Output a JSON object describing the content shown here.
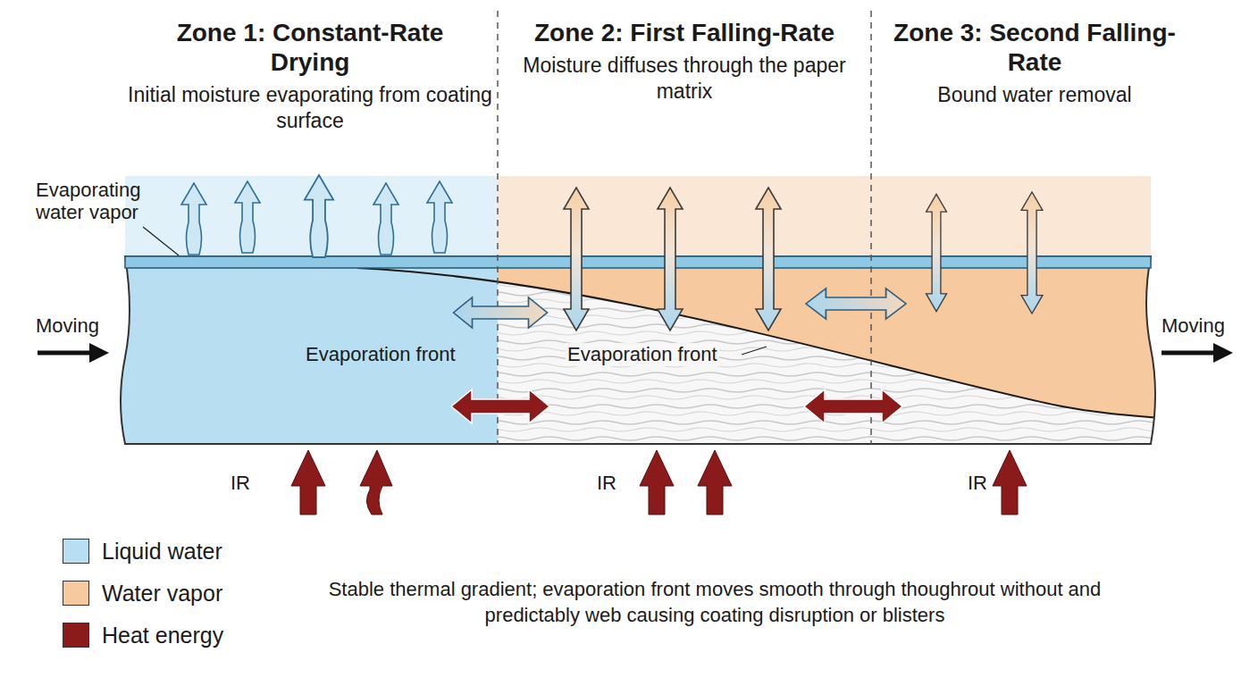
{
  "diagram": {
    "caption": "Stable thermal gradient; evaporation front moves smooth through thoughrout without and predictably web causing coating disruption or blisters",
    "nodes": [
      {
        "text": [
          "Zone 1: Constant-Rate Drying",
          "Initial moisture evaporating from coating surface"
        ]
      },
      {
        "text": [
          "Zone 2: First Falling-Rate",
          "Moisture diffuses through the paper matrix"
        ]
      },
      {
        "text": [
          "Zone 3: Second Falling-Rate",
          "Bound water removal"
        ]
      }
    ],
    "labels": [
      "Evaporating water vapor",
      "Moving",
      "Evaporation front",
      "Evaporation front",
      "Moving",
      "IR",
      "IR",
      "IR"
    ],
    "legend": [
      {
        "text": "Liquid water",
        "color": "#b7dff1"
      },
      {
        "text": "Water vapor",
        "color": "#f6c99e"
      },
      {
        "text": "Heat energy",
        "color": "#8b1a1a"
      }
    ]
  }
}
